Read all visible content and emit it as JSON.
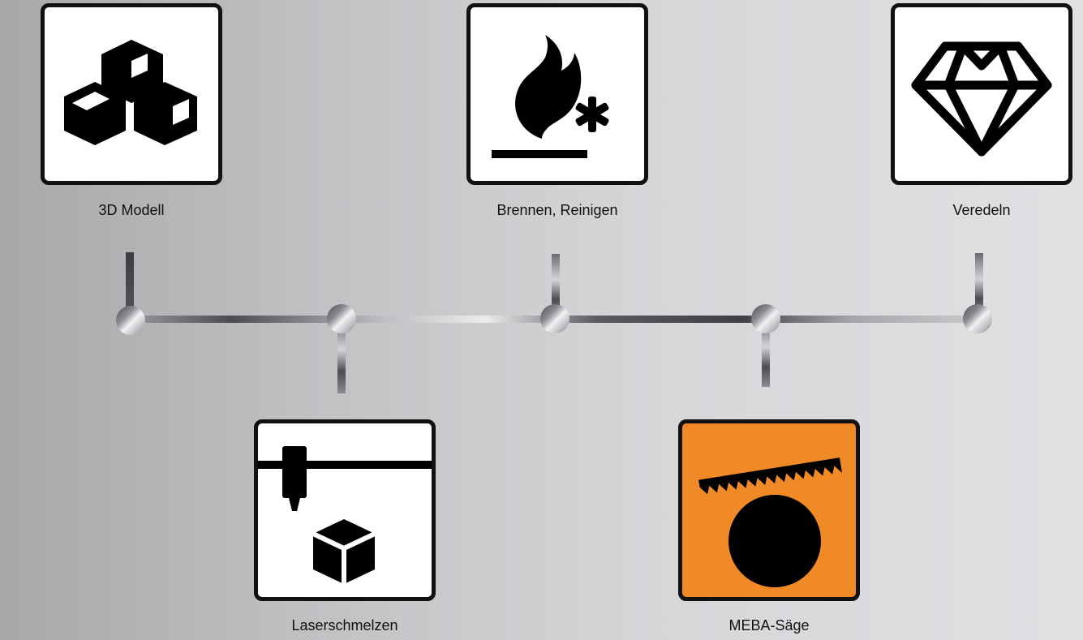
{
  "steps": [
    {
      "label": "3D Modell",
      "icon": "cubes-icon"
    },
    {
      "label": "Laserschmelzen",
      "icon": "3d-printer-icon"
    },
    {
      "label": "Brennen, Reinigen",
      "icon": "flame-burn-icon"
    },
    {
      "label": "MEBA-Säge",
      "icon": "saw-blade-icon",
      "accent": "#ef8a27"
    },
    {
      "label": "Veredeln",
      "icon": "diamond-icon"
    }
  ],
  "colors": {
    "icon_border": "#111111",
    "icon_fill": "#111111",
    "box_background": "#ffffff",
    "saw_box_background": "#ef8a27",
    "connector_metal_dark": "#4a4a4f",
    "connector_metal_light": "#dcdcde"
  }
}
